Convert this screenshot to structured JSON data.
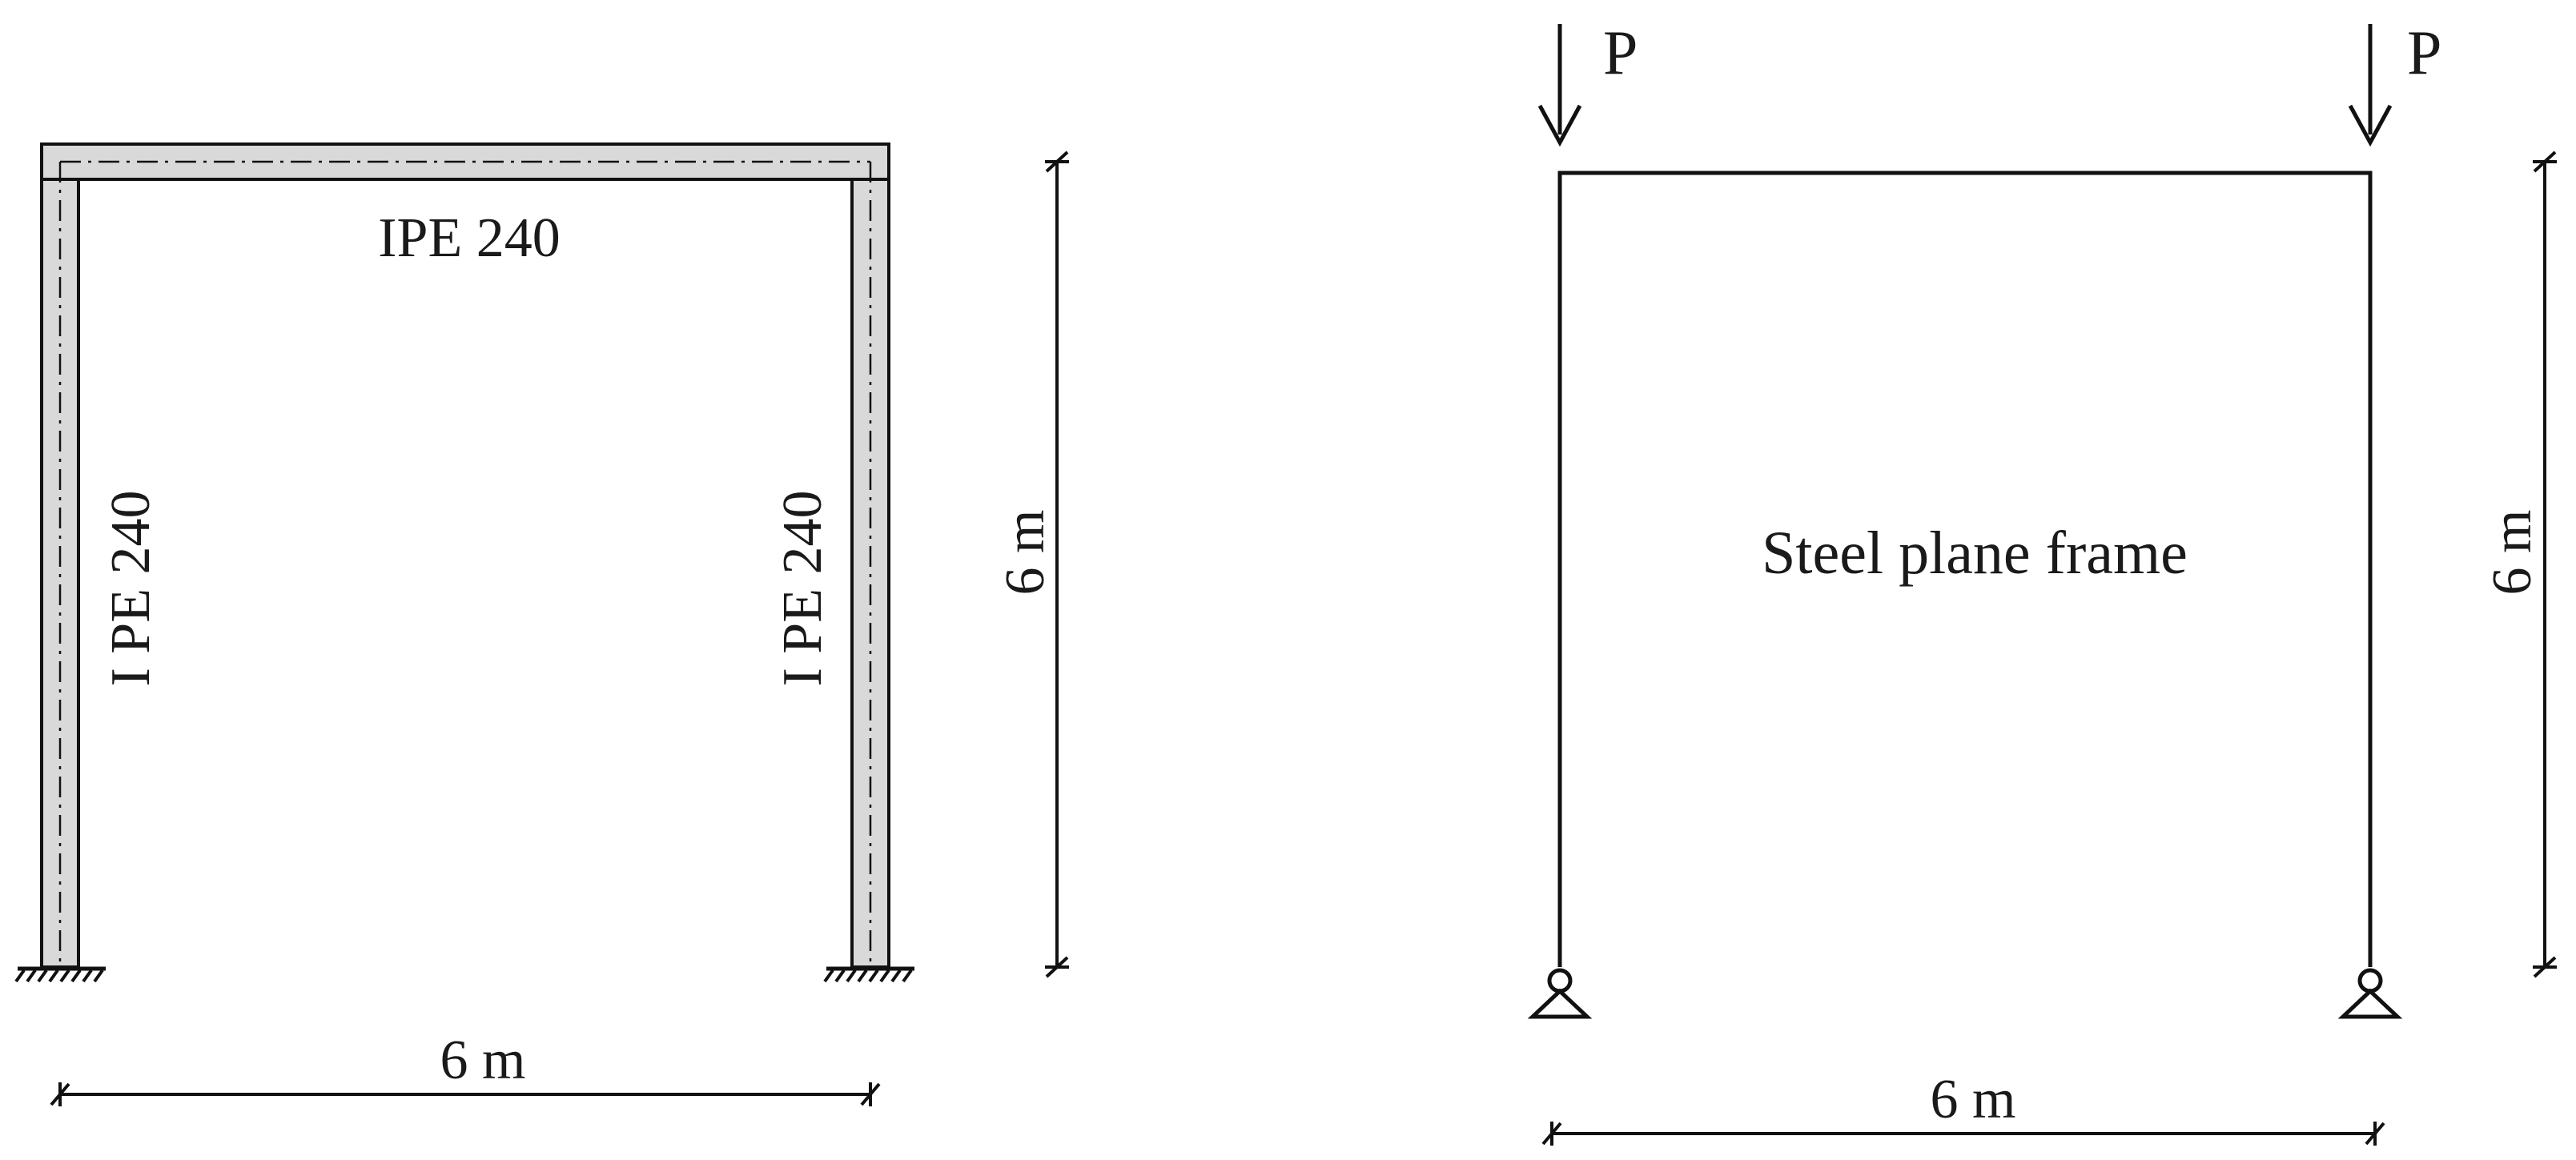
{
  "left_frame": {
    "beam_label": "IPE 240",
    "left_column_label": "I PE 240",
    "right_column_label": "I PE 240",
    "span_dimension": "6 m",
    "height_dimension": "6 m"
  },
  "right_frame": {
    "title": "Steel plane frame",
    "load_left": "P",
    "load_right": "P",
    "span_dimension": "6 m",
    "height_dimension": "6 m"
  }
}
